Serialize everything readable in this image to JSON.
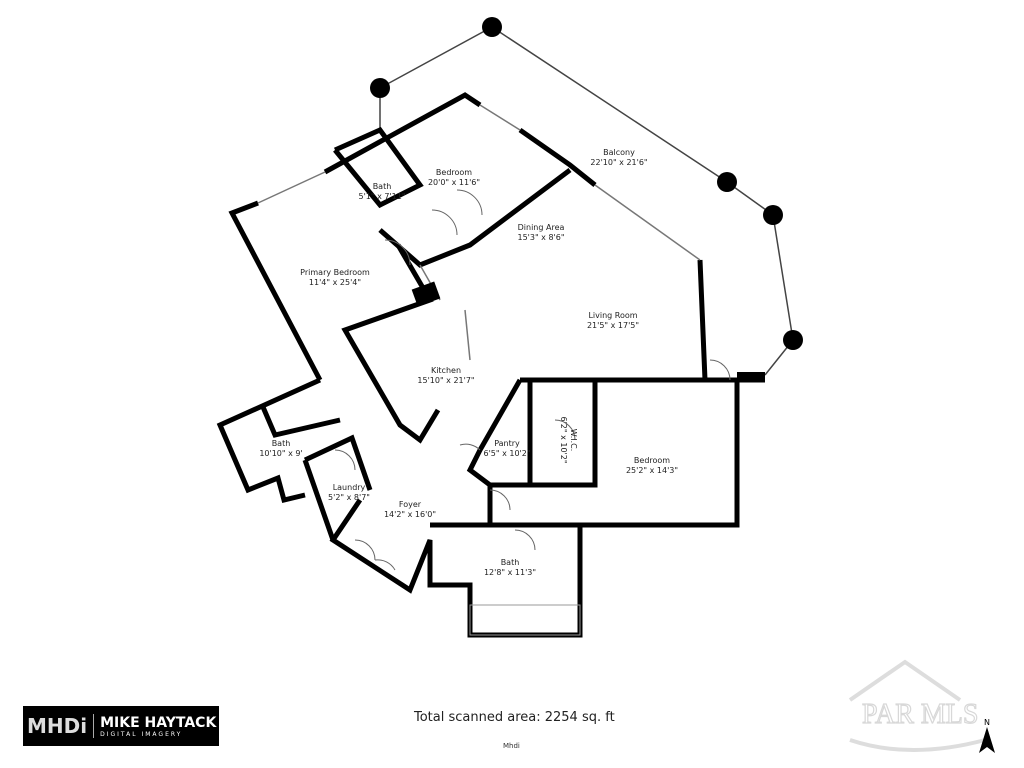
{
  "rooms": [
    {
      "name": "Balcony",
      "size": "22'10\" x 21'6\""
    },
    {
      "name": "Bedroom",
      "size": "20'0\" x 11'6\""
    },
    {
      "name": "Bath",
      "size": "5'1\" x 7'11\""
    },
    {
      "name": "Dining Area",
      "size": "15'3\" x 8'6\""
    },
    {
      "name": "Primary Bedroom",
      "size": "11'4\" x 25'4\""
    },
    {
      "name": "Living Room",
      "size": "21'5\" x 17'5\""
    },
    {
      "name": "Kitchen",
      "size": "15'10\" x 21'7\""
    },
    {
      "name": "Bath",
      "size": "10'10\" x 9'"
    },
    {
      "name": "Pantry",
      "size": "6'5\" x 10'2\""
    },
    {
      "name": "W.I.C.",
      "size": "6'2\" x 10'2\""
    },
    {
      "name": "Bedroom",
      "size": "25'2\" x 14'3\""
    },
    {
      "name": "Laundry",
      "size": "5'2\" x 8'7\""
    },
    {
      "name": "Foyer",
      "size": "14'2\" x 16'0\""
    },
    {
      "name": "Bath",
      "size": "12'8\" x 11'3\""
    }
  ],
  "footer": {
    "total_area": "Total scanned area: 2254 sq. ft",
    "credit": "Mhdi"
  },
  "logo": {
    "mark": "MHDi",
    "name": "MIKE HAYTACK",
    "tagline": "DIGITAL IMAGERY"
  },
  "watermark": "PAR MLS",
  "compass": "N",
  "colors": {
    "wall": "#000000",
    "background": "#ffffff"
  }
}
